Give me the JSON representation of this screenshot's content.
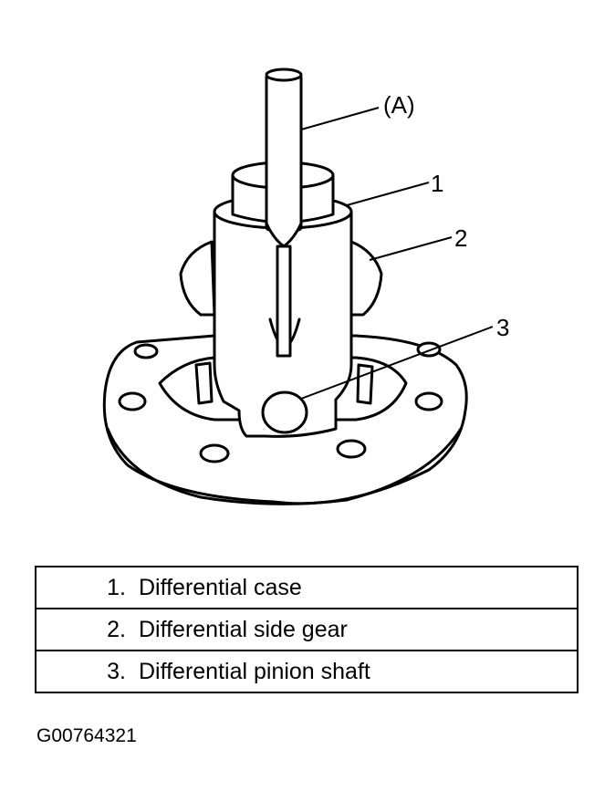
{
  "callouts": {
    "tool": "(A)",
    "c1": "1",
    "c2": "2",
    "c3": "3"
  },
  "legend": [
    {
      "num": "1.",
      "text": "Differential case"
    },
    {
      "num": "2.",
      "text": "Differential side gear"
    },
    {
      "num": "3.",
      "text": "Differential pinion shaft"
    }
  ],
  "figure_id": "G00764321"
}
